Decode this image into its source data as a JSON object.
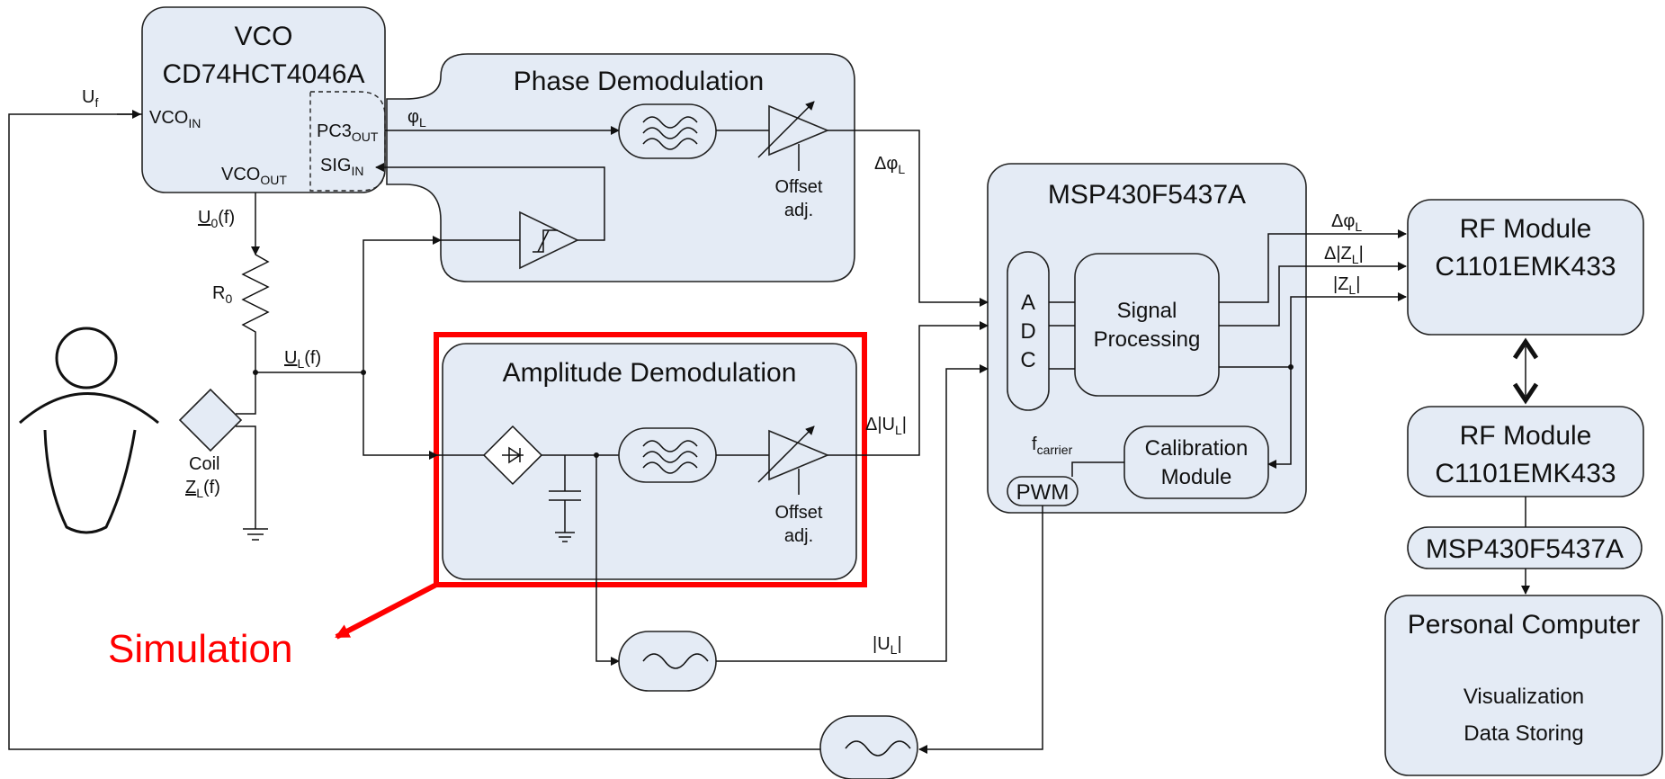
{
  "vco": {
    "title": "VCO",
    "part": "CD74HCT4046A",
    "in": "VCO",
    "in_sub": "IN",
    "out": "VCO",
    "out_sub": "OUT",
    "pc3": "PC3",
    "pc3_sub": "OUT",
    "sig": "SIG",
    "sig_sub": "IN"
  },
  "phase": {
    "title": "Phase Demodulation",
    "offset1": "Offset",
    "offset2": "adj."
  },
  "amplitude": {
    "title": "Amplitude Demodulation",
    "offset1": "Offset",
    "offset2": "adj."
  },
  "mcu": {
    "title": "MSP430F5437A",
    "adc_a": "A",
    "adc_d": "D",
    "adc_c": "C",
    "sp1": "Signal",
    "sp2": "Processing",
    "cal1": "Calibration",
    "cal2": "Module",
    "pwm": "PWM",
    "fc": "f",
    "fc_sub": "carrier"
  },
  "rf1": {
    "l1": "RF Module",
    "l2": "C1101EMK433"
  },
  "rf2": {
    "l1": "RF Module",
    "l2": "C1101EMK433"
  },
  "mcu2": {
    "label": "MSP430F5437A"
  },
  "pc": {
    "title": "Personal Computer",
    "l1": "Visualization",
    "l2": "Data Storing"
  },
  "signals": {
    "uf": "U",
    "uf_sub": "f",
    "u0": "U",
    "u0_sub": "0",
    "u0_post": "(f)",
    "r0": "R",
    "r0_sub": "0",
    "ul": "U",
    "ul_sub": "L",
    "ul_post": "(f)",
    "phiL": "φ",
    "phiL_sub": "L",
    "dphiL": "Δφ",
    "dphiL_sub": "L",
    "dul": "Δ|U",
    "dul_sub": "L",
    "dul_post": "|",
    "abs_ul": "|U",
    "abs_ul_sub": "L",
    "abs_ul_post": "|",
    "out_dphi": "Δφ",
    "out_dphi_sub": "L",
    "out_dz": "Δ|Z",
    "out_dz_sub": "L",
    "out_dz_post": "|",
    "out_z": "|Z",
    "out_z_sub": "L",
    "out_z_post": "|",
    "coil": "Coil",
    "zl": "Z",
    "zl_sub": "L",
    "zl_post": "(f)"
  },
  "annotation": {
    "label": "Simulation",
    "color": "#ff0000"
  }
}
